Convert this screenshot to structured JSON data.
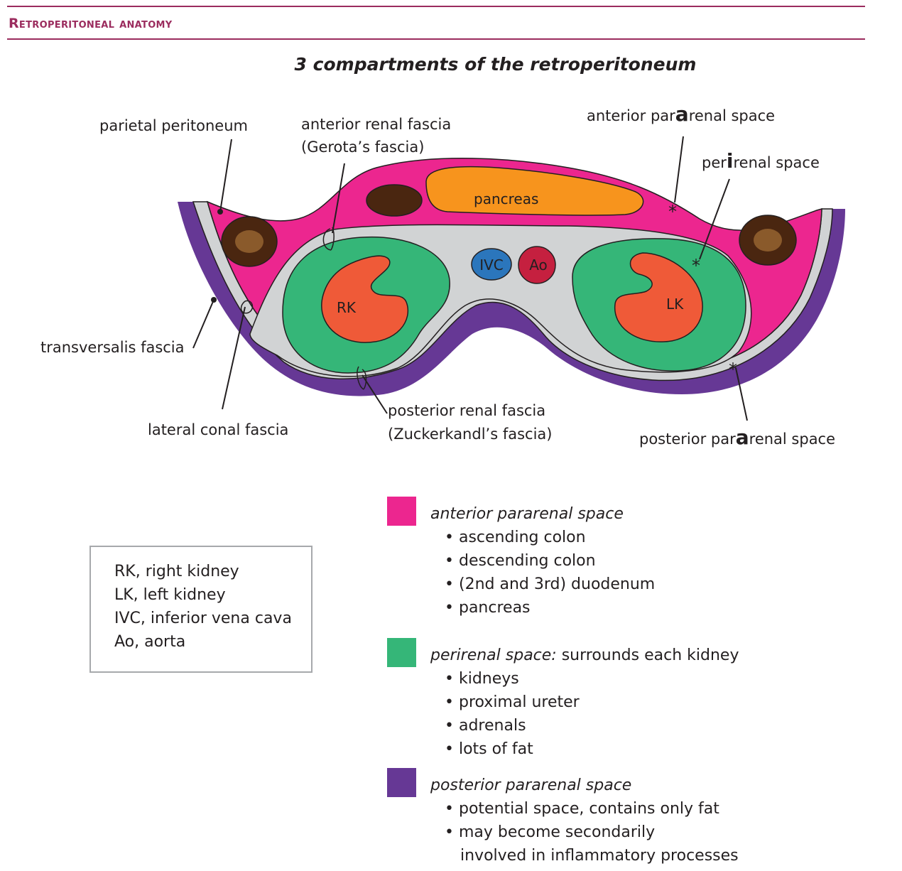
{
  "header": {
    "section_title": "Retroperitoneal anatomy",
    "diagram_title": "3 compartments of the retroperitoneum",
    "rule_color": "#9b2c5e"
  },
  "colors": {
    "anterior_pararenal": "#ec268f",
    "perirenal": "#35b678",
    "posterior_pararenal": "#663895",
    "fascia": "#d1d3d4",
    "kidney": "#ef5a38",
    "pancreas": "#f7941d",
    "colon": "#4a2610",
    "ivc": "#2b76bc",
    "aorta": "#c5203f"
  },
  "diagram": {
    "labels": {
      "parietal_peritoneum": "parietal peritoneum",
      "anterior_renal_fascia_1": "anterior renal fascia",
      "anterior_renal_fascia_2": "(Gerota’s fascia)",
      "anterior_pararenal_pre": "anterior par",
      "anterior_pararenal_bold": "a",
      "anterior_pararenal_post": "renal space",
      "perirenal_pre": "per",
      "perirenal_bold": "i",
      "perirenal_post": "renal space",
      "transversalis_fascia": "transversalis fascia",
      "lateral_conal_fascia": "lateral conal fascia",
      "posterior_renal_fascia_1": "posterior renal fascia",
      "posterior_renal_fascia_2": "(Zuckerkandl’s fascia)",
      "posterior_pararenal_pre": "posterior par",
      "posterior_pararenal_bold": "a",
      "posterior_pararenal_post": "renal space"
    },
    "organs": {
      "pancreas": "pancreas",
      "ivc": "IVC",
      "aorta": "Ao",
      "right_kidney": "RK",
      "left_kidney": "LK"
    }
  },
  "abbreviations": [
    "RK, right kidney",
    "LK, left kidney",
    "IVC, inferior vena cava",
    "Ao, aorta"
  ],
  "legend": {
    "anterior": {
      "heading": "anterior pararenal space",
      "items": [
        "ascending colon",
        "descending colon",
        "(2nd and 3rd) duodenum",
        "pancreas"
      ]
    },
    "perirenal": {
      "heading": "perirenal space:",
      "heading_rest": " surrounds each kidney",
      "items": [
        "kidneys",
        "proximal ureter",
        "adrenals",
        "lots of fat"
      ]
    },
    "posterior": {
      "heading": "posterior pararenal space",
      "items": [
        "potential space, contains only fat",
        "may become secondarily"
      ],
      "continuation": "involved in inflammatory processes"
    }
  }
}
